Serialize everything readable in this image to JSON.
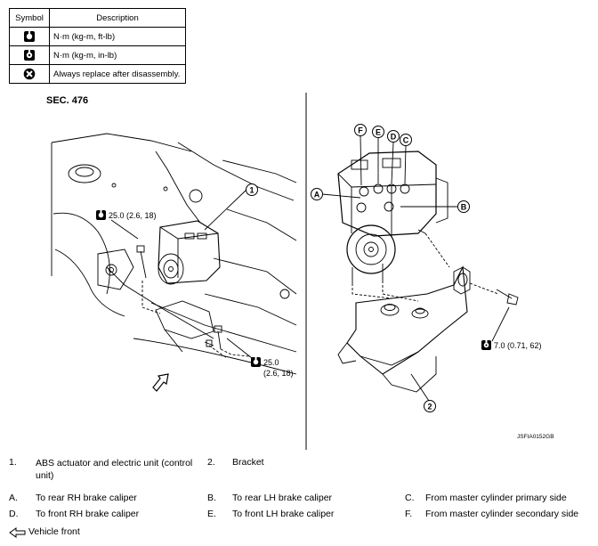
{
  "symbol_table": {
    "header_symbol": "Symbol",
    "header_description": "Description",
    "rows": [
      {
        "icon": "torque-ft-lb-icon",
        "description": "N·m (kg-m, ft-lb)"
      },
      {
        "icon": "torque-in-lb-icon",
        "description": "N·m (kg-m, in-lb)"
      },
      {
        "icon": "replace-icon",
        "description": "Always replace after disassembly."
      }
    ]
  },
  "section": "SEC. 476",
  "callouts": {
    "one": "1",
    "two": "2",
    "a": "A",
    "b": "B",
    "c": "C",
    "d": "D",
    "e": "E",
    "f": "F"
  },
  "torques": {
    "upper_left": "25.0 (2.6, 18)",
    "lower_line1": "25.0",
    "lower_line2": "(2.6, 18)",
    "right": "7.0 (0.71, 62)"
  },
  "figure_code": "JSFIA0152GB",
  "legend": {
    "items": [
      {
        "num": "1.",
        "text": "ABS actuator and electric unit (control unit)"
      },
      {
        "num": "2.",
        "text": "Bracket"
      }
    ],
    "letters": [
      {
        "key": "A.",
        "text": "To rear RH brake caliper"
      },
      {
        "key": "B.",
        "text": "To rear LH brake caliper"
      },
      {
        "key": "C.",
        "text": "From master cylinder primary side"
      },
      {
        "key": "D.",
        "text": "To front RH brake caliper"
      },
      {
        "key": "E.",
        "text": "To front LH brake caliper"
      },
      {
        "key": "F.",
        "text": "From master cylinder secondary side"
      }
    ],
    "vehicle_front": "Vehicle front"
  }
}
